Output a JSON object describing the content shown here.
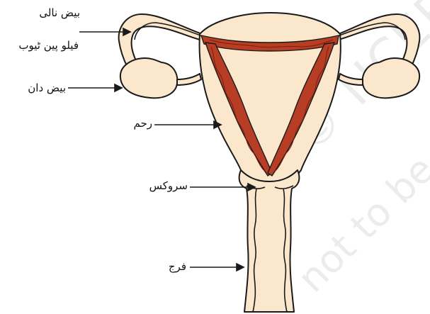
{
  "labels": {
    "fallopian_tube_line1": "بیض نالی",
    "fallopian_tube_line2": "فیلو پین ٹیوب",
    "ovary": "بیض دان",
    "uterus": "رحم",
    "cervix": "سروکس",
    "vagina": "فرج"
  },
  "watermark": {
    "line1": "© NCERT",
    "line2": "not to be"
  },
  "colors": {
    "tissue": "#fbe7cc",
    "lining": "#b73d24",
    "outline": "#1a1a1a"
  }
}
